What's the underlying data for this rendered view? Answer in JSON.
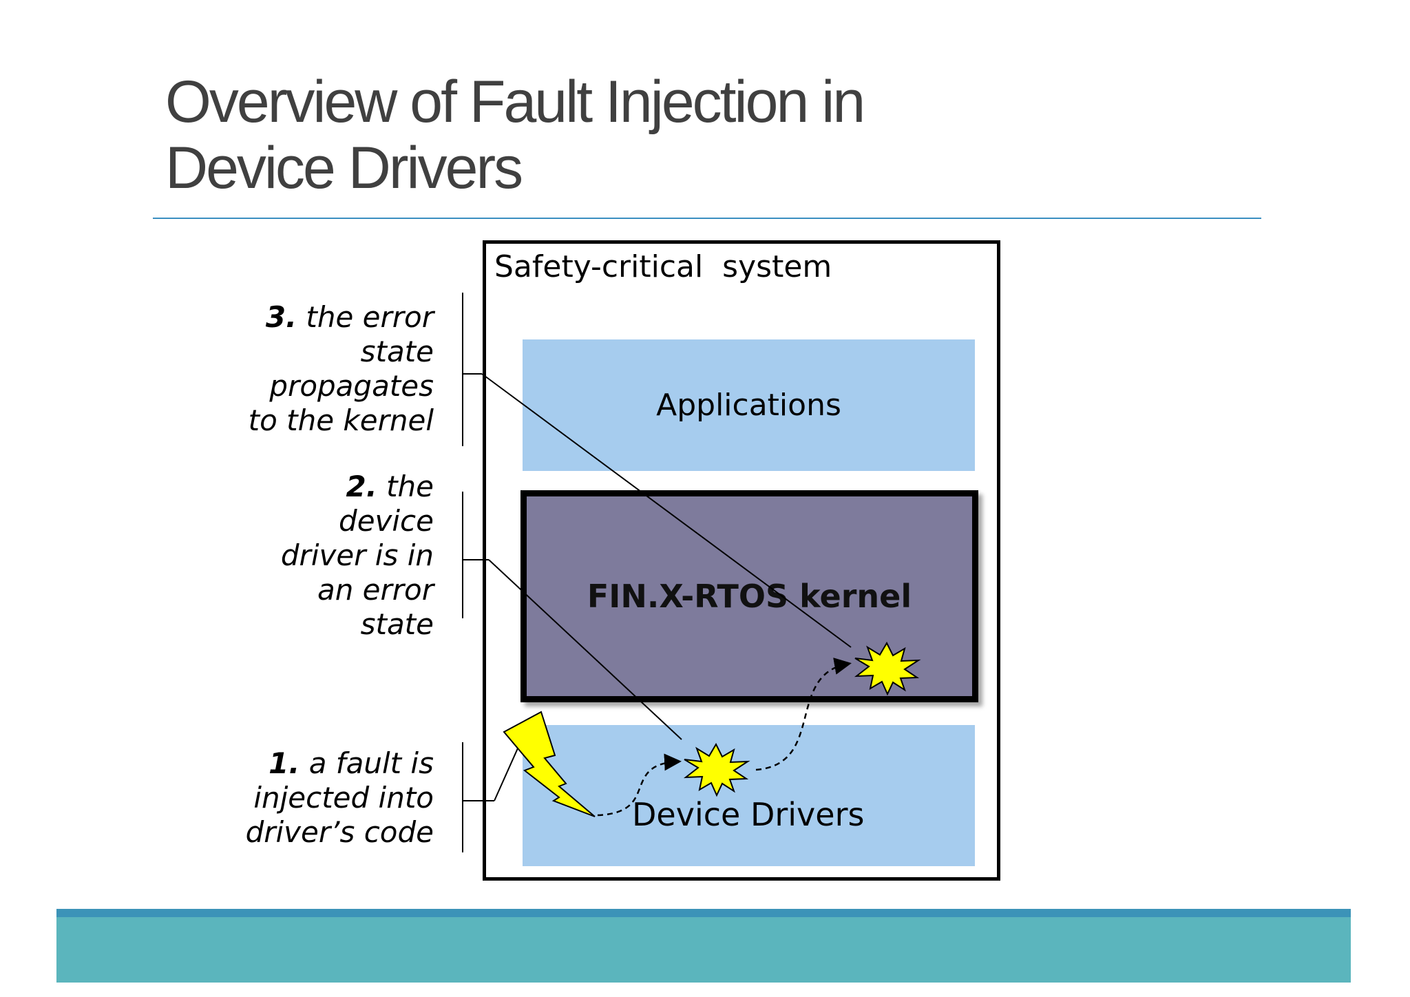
{
  "slide": {
    "title_lines": [
      "Overview of Fault Injection in",
      "Device Drivers"
    ]
  },
  "diagram": {
    "system_label": "Safety-critical  system",
    "applications_label": "Applications",
    "kernel_label": "FIN.X-RTOS kernel",
    "drivers_label": "Device Drivers",
    "steps": [
      {
        "number": "3.",
        "lines": [
          "the error",
          "state",
          "propagates",
          "to the kernel"
        ]
      },
      {
        "number": "2.",
        "lines": [
          "the",
          "device",
          "driver is in",
          "an error",
          "state"
        ]
      },
      {
        "number": "1.",
        "lines": [
          "a fault is",
          "injected into",
          "driver’s code"
        ]
      }
    ]
  },
  "colors": {
    "title": "#404040",
    "layer_fill": "#a6ccee",
    "kernel_fill": "#7e7b9c",
    "fault_star": "#ffff00",
    "footer_band": "#5bb5bd",
    "footer_top": "#3c93b8",
    "title_rule": "#3a8fc0"
  },
  "icons": {
    "fault": "lightning-bolt-icon",
    "error": "starburst-icon"
  }
}
